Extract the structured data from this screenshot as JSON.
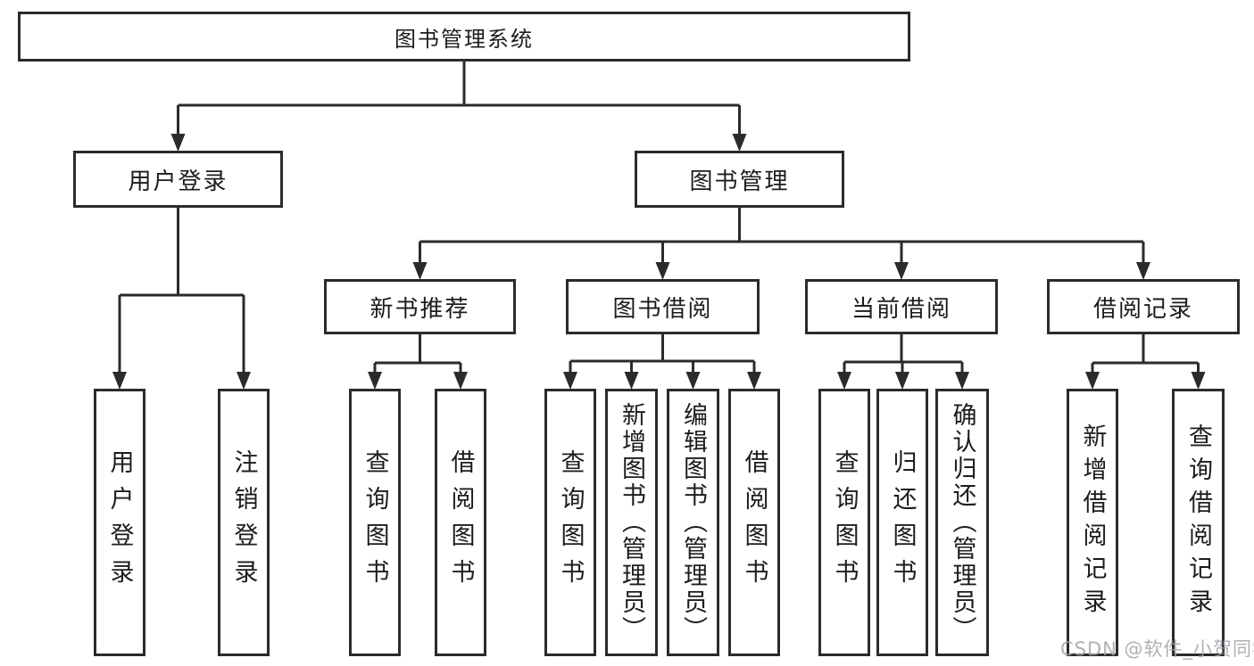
{
  "nodes": {
    "root": {
      "label": "图书管理系统"
    },
    "login": {
      "label": "用户登录"
    },
    "mgmt": {
      "label": "图书管理"
    },
    "newrec": {
      "label": "新书推荐"
    },
    "borrow": {
      "label": "图书借阅"
    },
    "current": {
      "label": "当前借阅"
    },
    "records": {
      "label": "借阅记录"
    },
    "l_login": {
      "label": "用户登录"
    },
    "l_logout": {
      "label": "注销登录"
    },
    "n_query": {
      "label": "查询图书"
    },
    "n_borrow": {
      "label": "借阅图书"
    },
    "b_query": {
      "label": "查询图书"
    },
    "b_add": {
      "label": "新增图书（管理员）"
    },
    "b_edit": {
      "label": "编辑图书（管理员）"
    },
    "b_borrow": {
      "label": "借阅图书"
    },
    "c_query": {
      "label": "查询图书"
    },
    "c_return": {
      "label": "归还图书"
    },
    "c_confirm": {
      "label": "确认归还（管理员）"
    },
    "r_add": {
      "label": "新增借阅记录"
    },
    "r_query": {
      "label": "查询借阅记录"
    }
  },
  "watermark": {
    "text": "CSDN @软件_小贺同学"
  },
  "colors": {
    "line": "#2b2b2b",
    "box_border": "#2b2b2b",
    "text": "#1c1c1e",
    "watermark": "#9fa4aa",
    "background": "#ffffff"
  }
}
